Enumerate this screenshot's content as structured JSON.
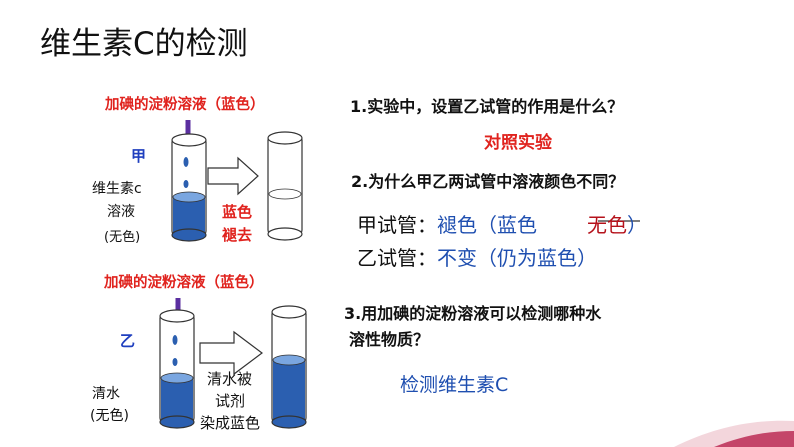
{
  "title": "维生素C的检测",
  "experiment": {
    "top_reagent": "加碘的淀粉溶液（蓝色）",
    "tube_a_label": "甲",
    "tube_a_content_1": "维生素c",
    "tube_a_content_2": "溶液",
    "tube_a_content_3": "(无色)",
    "tube_a_result_1": "蓝色",
    "tube_a_result_2": "褪去",
    "bottom_reagent": "加碘的淀粉溶液（蓝色）",
    "tube_b_label": "乙",
    "tube_b_content_1": "清水",
    "tube_b_content_2": "(无色)",
    "tube_b_result_1": "清水被",
    "tube_b_result_2": "试剂",
    "tube_b_result_3": "染成蓝色"
  },
  "questions": {
    "q1": "1.实验中，设置乙试管的作用是什么？",
    "a1": "对照实验",
    "q2": "2.为什么甲乙两试管中溶液颜色不同？",
    "a2_line1_prefix": "甲试管：",
    "a2_line1_blue": "褪色（蓝色",
    "a2_line1_red": "无色",
    "a2_line1_suffix": "）",
    "a2_line2_prefix": "乙试管：",
    "a2_line2_blue": "不变（仍为蓝色）",
    "q3_line1": "3.用加碘的淀粉溶液可以检测哪种水",
    "q3_line2": "溶性物质？",
    "a3": "检测维生素C"
  },
  "colors": {
    "liquid_blue": "#2b5fb0",
    "label_red": "#e0231e",
    "accent_pink": "#c44569"
  }
}
